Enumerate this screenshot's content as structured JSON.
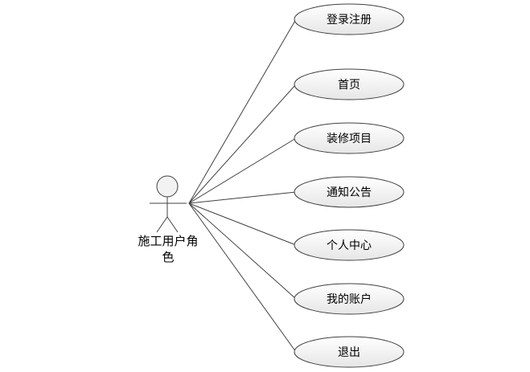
{
  "actor": {
    "label_line1": "施工用户角",
    "label_line2": "色"
  },
  "use_cases": [
    {
      "label": "登录注册"
    },
    {
      "label": "首页"
    },
    {
      "label": "装修项目"
    },
    {
      "label": "通知公告"
    },
    {
      "label": "个人中心"
    },
    {
      "label": "我的账户"
    },
    {
      "label": "退出"
    }
  ],
  "colors": {
    "stroke": "#404040",
    "ellipse_fill_top": "#ffffff",
    "ellipse_fill_bottom": "#e6e6e6"
  }
}
